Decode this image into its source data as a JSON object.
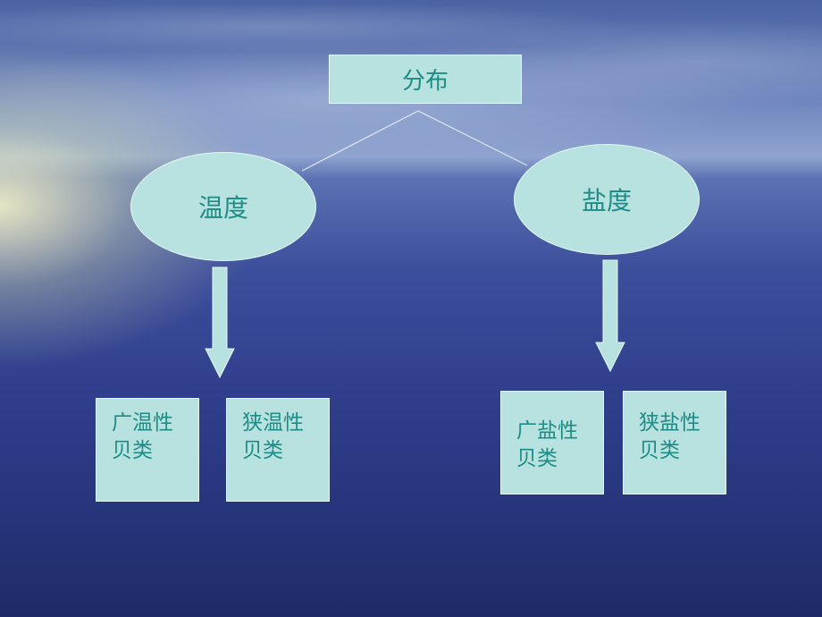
{
  "diagram": {
    "root": "分布",
    "branches": [
      {
        "label": "温度",
        "children": [
          {
            "line1": "广温性",
            "line2": "贝类"
          },
          {
            "line1": "狭温性",
            "line2": "贝类"
          }
        ]
      },
      {
        "label": "盐度",
        "children": [
          {
            "line1": "广盐性",
            "line2": "贝类"
          },
          {
            "line1": "狭盐性",
            "line2": "贝类"
          }
        ]
      }
    ]
  },
  "colors": {
    "node_fill": "#b7e2e0",
    "node_text": "#1e8c86",
    "arrow_fill": "#b7e2e0",
    "connector": "#dfe9f5"
  }
}
